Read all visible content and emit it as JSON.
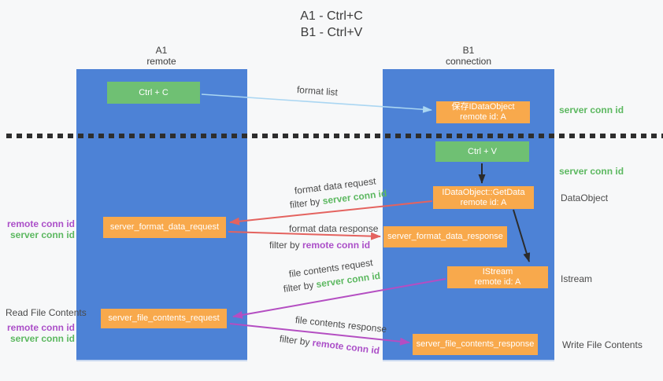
{
  "title": {
    "line1": "A1 - Ctrl+C",
    "line2": "B1 - Ctrl+V"
  },
  "columns": {
    "left": {
      "name": "A1",
      "subtitle": "remote"
    },
    "right": {
      "name": "B1",
      "subtitle": "connection"
    }
  },
  "nodes": {
    "ctrl_c": {
      "label": "Ctrl + C"
    },
    "ctrl_v": {
      "label": "Ctrl + V"
    },
    "save_dataobject": {
      "line1": "保存IDataObject",
      "line2": "remote id: A"
    },
    "getdata": {
      "line1": "IDataObject::GetData",
      "line2": "remote id: A"
    },
    "istream": {
      "line1": "IStream",
      "line2": "remote id: A"
    },
    "format_request": {
      "label": "server_format_data_request"
    },
    "format_response": {
      "label": "server_format_data_response"
    },
    "file_request": {
      "label": "server_file_contents_request"
    },
    "file_response": {
      "label": "server_file_contents_response"
    }
  },
  "arrows": {
    "format_list": {
      "label": "format list"
    },
    "format_data_request": {
      "label": "format data request",
      "filter_prefix": "filter by ",
      "filter_key": "server conn id"
    },
    "format_data_response": {
      "label": "format data response",
      "filter_prefix": "filter by ",
      "filter_key": "remote conn id"
    },
    "file_contents_request": {
      "label": "file contents request",
      "filter_prefix": "filter by ",
      "filter_key": "server conn id"
    },
    "file_contents_response": {
      "label": "file contents response",
      "filter_prefix": "filter by ",
      "filter_key": "remote conn id"
    }
  },
  "right_labels": {
    "server_conn_id_top": "server conn id",
    "server_conn_id_mid": "server conn id",
    "dataobject": "DataObject",
    "istream": "Istream",
    "write_file_contents": "Write File Contents"
  },
  "left_labels": {
    "remote_conn_id_top": "remote conn id",
    "server_conn_id_top": "server conn id",
    "read_file_contents": "Read File Contents",
    "remote_conn_id_bottom": "remote conn id",
    "server_conn_id_bottom": "server conn id"
  },
  "colors": {
    "lane_blue": "#4d82d6",
    "node_green": "#6fc073",
    "node_orange": "#f8a94c",
    "arrow_red": "#e4635f",
    "arrow_magenta": "#b44ec2",
    "arrow_light_blue": "#aad6f2",
    "arrow_black": "#2b2b2b",
    "label_green": "#5cb860",
    "label_purple": "#ab4fc8",
    "text_gray": "#4a4a4a"
  }
}
